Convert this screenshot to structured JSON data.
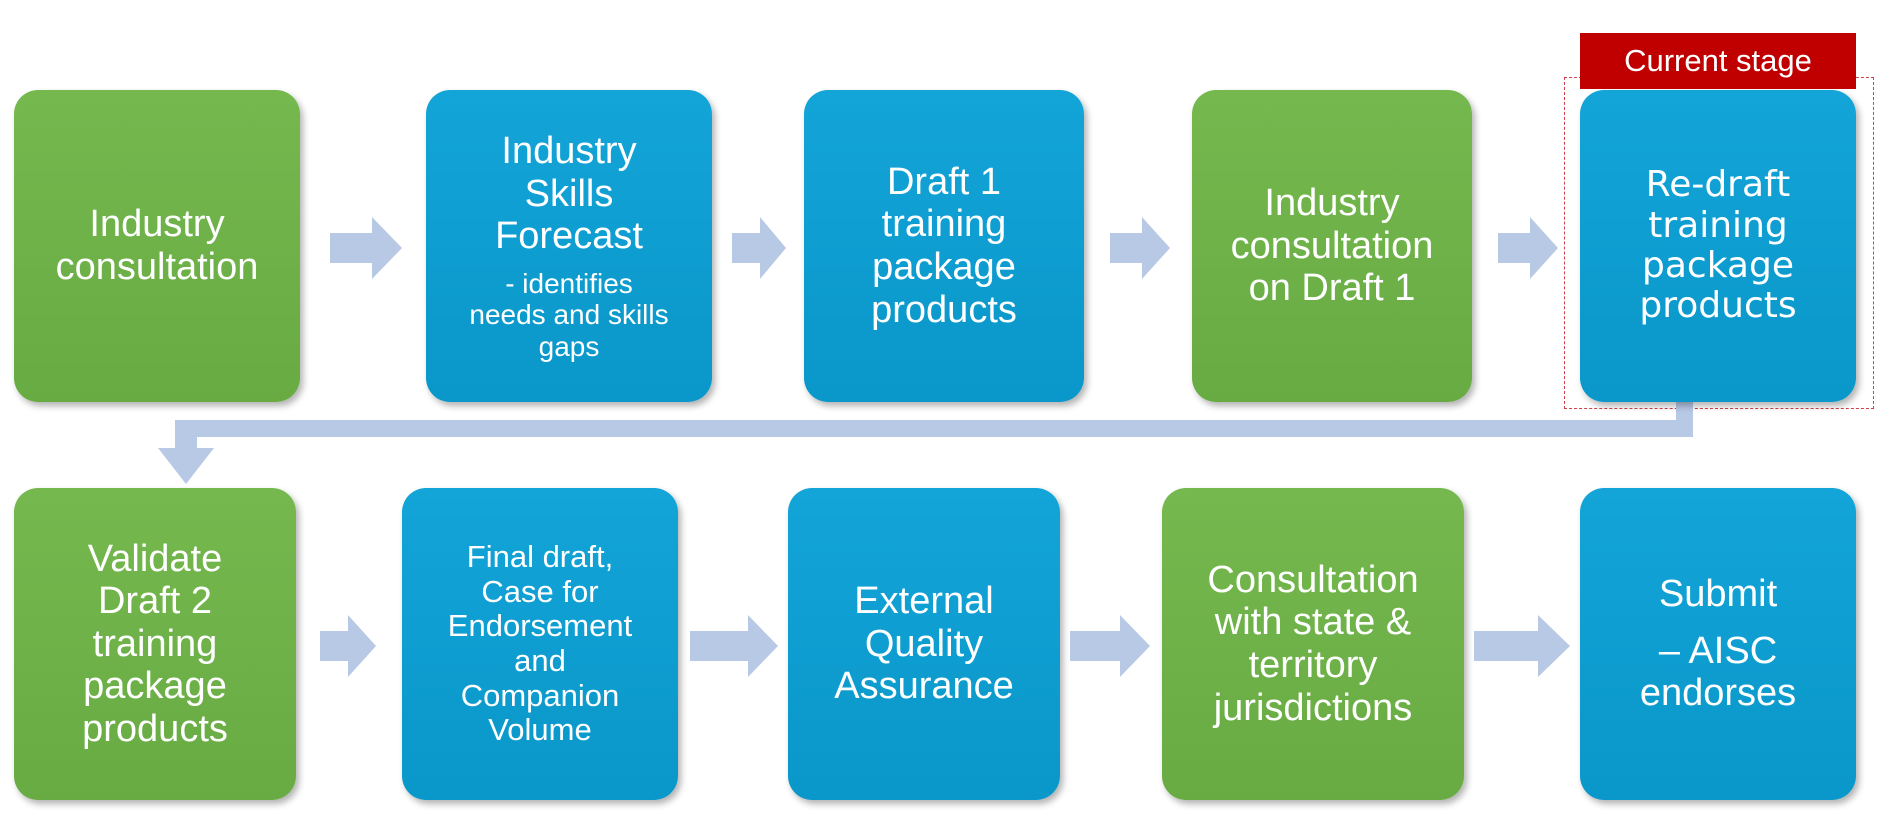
{
  "current_stage_label": "Current stage",
  "colors": {
    "green": "#6bae45",
    "blue": "#0d9ccf",
    "arrow": "#b8c9e6",
    "current_stage": "#c00000"
  },
  "row1": [
    {
      "lines": [
        "Industry",
        "consultation"
      ],
      "color": "green"
    },
    {
      "lines": [
        "Industry",
        "Skills",
        "Forecast"
      ],
      "sub_lines": [
        "- identifies",
        "needs and skills",
        "gaps"
      ],
      "color": "blue"
    },
    {
      "lines": [
        "Draft 1",
        "training",
        "package",
        "products"
      ],
      "color": "blue"
    },
    {
      "lines": [
        "Industry",
        "consultation",
        "on Draft 1"
      ],
      "color": "green"
    },
    {
      "lines": [
        "Re-draft",
        "training",
        "package",
        "products"
      ],
      "color": "blue",
      "current": true
    }
  ],
  "row2": [
    {
      "lines": [
        "Validate",
        "Draft 2",
        "training",
        "package",
        "products"
      ],
      "color": "green"
    },
    {
      "lines": [
        "Final draft,",
        "Case for",
        "Endorsement",
        "and",
        "Companion",
        "Volume"
      ],
      "color": "blue"
    },
    {
      "lines": [
        "External",
        "Quality",
        "Assurance"
      ],
      "color": "blue"
    },
    {
      "lines": [
        "Consultation",
        "with state &",
        "territory",
        "jurisdictions"
      ],
      "color": "green"
    },
    {
      "lines": [
        "Submit",
        "– AISC",
        "endorses"
      ],
      "color": "blue"
    }
  ]
}
